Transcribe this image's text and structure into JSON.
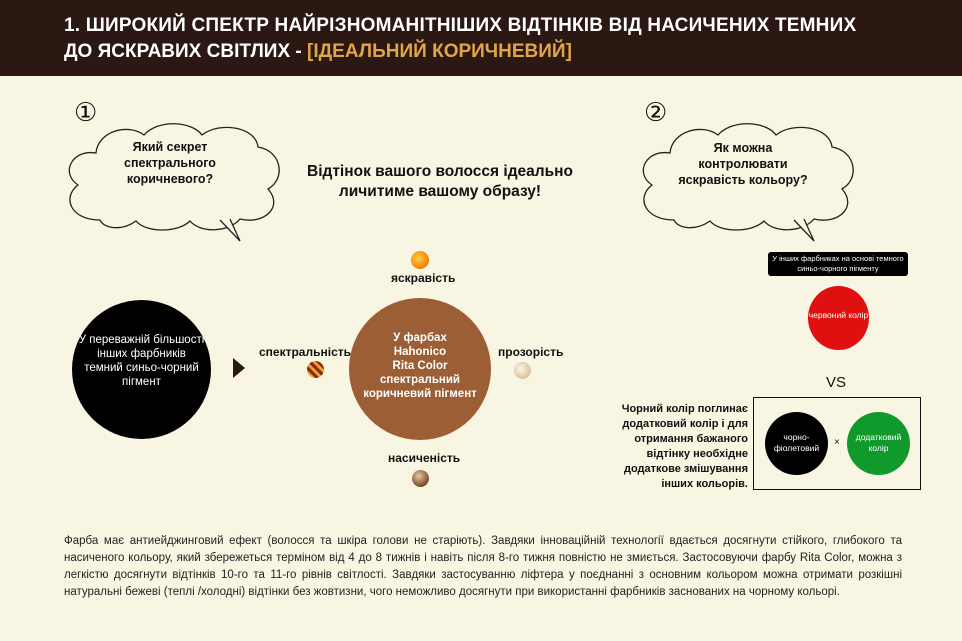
{
  "header": {
    "line1": "1. ШИРОКИЙ СПЕКТР НАЙРІЗНОМАНІТНІШИХ ВІДТІНКІВ ВІД  НАСИЧЕНИХ ТЕМНИХ",
    "line2_white": "ДО ЯСКРАВИХ СВІТЛИХ - ",
    "line2_accent": "[ІДЕАЛЬНИЙ КОРИЧНЕВИЙ]",
    "accent_color": "#e0a547",
    "bg_color": "#2c1813"
  },
  "section1": {
    "number": "①",
    "question": "Який секрет спектрального коричневого?"
  },
  "section2": {
    "number": "②",
    "question": "Як можна контролювати яскравість кольору?"
  },
  "center_title": "Відтінок вашого волосся ідеально личитиме вашому образу!",
  "left_circle": "У переважній більшості інших фарбників темний синьо-чорний пігмент",
  "center_circle": {
    "line1": "У фарбах",
    "line2": "Hahonico",
    "line3": "Rita Color",
    "line4": "спектральний",
    "line5": "коричневий пігмент"
  },
  "labels": {
    "brightness": "яскравість",
    "spectrality": "спектральність",
    "transparency": "прозорість",
    "saturation": "насиченість"
  },
  "right": {
    "note": "У інших фарбниках на основі темного синьо-чорного пігменту",
    "red": "червоний колір",
    "vs": "VS",
    "explanation": "Чорний колір поглинає додатковий колір і для отримання бажаного відтінку необхідне додаткове змішування інших кольорів.",
    "black": "чорно-фіолетовий",
    "times": "×",
    "green": "додатковий колір"
  },
  "bottom_text": "Фарба має антиейджинговий ефект (волосся та шкіра голови не старіють). Завдяки інноваційній технології вдається досягнути стійкого, глибокого та насиченого кольору, який збережеться терміном від 4 до 8 тижнів і навіть після 8-го тижня повністю не змиється. Застосовуючи фарбу Rita Color, можна з легкістю досягнути відтінків 10-го та 11-го рівнів світлості. Завдяки застосуванню ліфтера у поєднанні з основним кольором можна отримати розкішні натуральні  бежеві (теплі /холодні) відтінки без жовтизни, чого неможливо досягнути при використанні фарбників заснованих на чорному кольорі."
}
